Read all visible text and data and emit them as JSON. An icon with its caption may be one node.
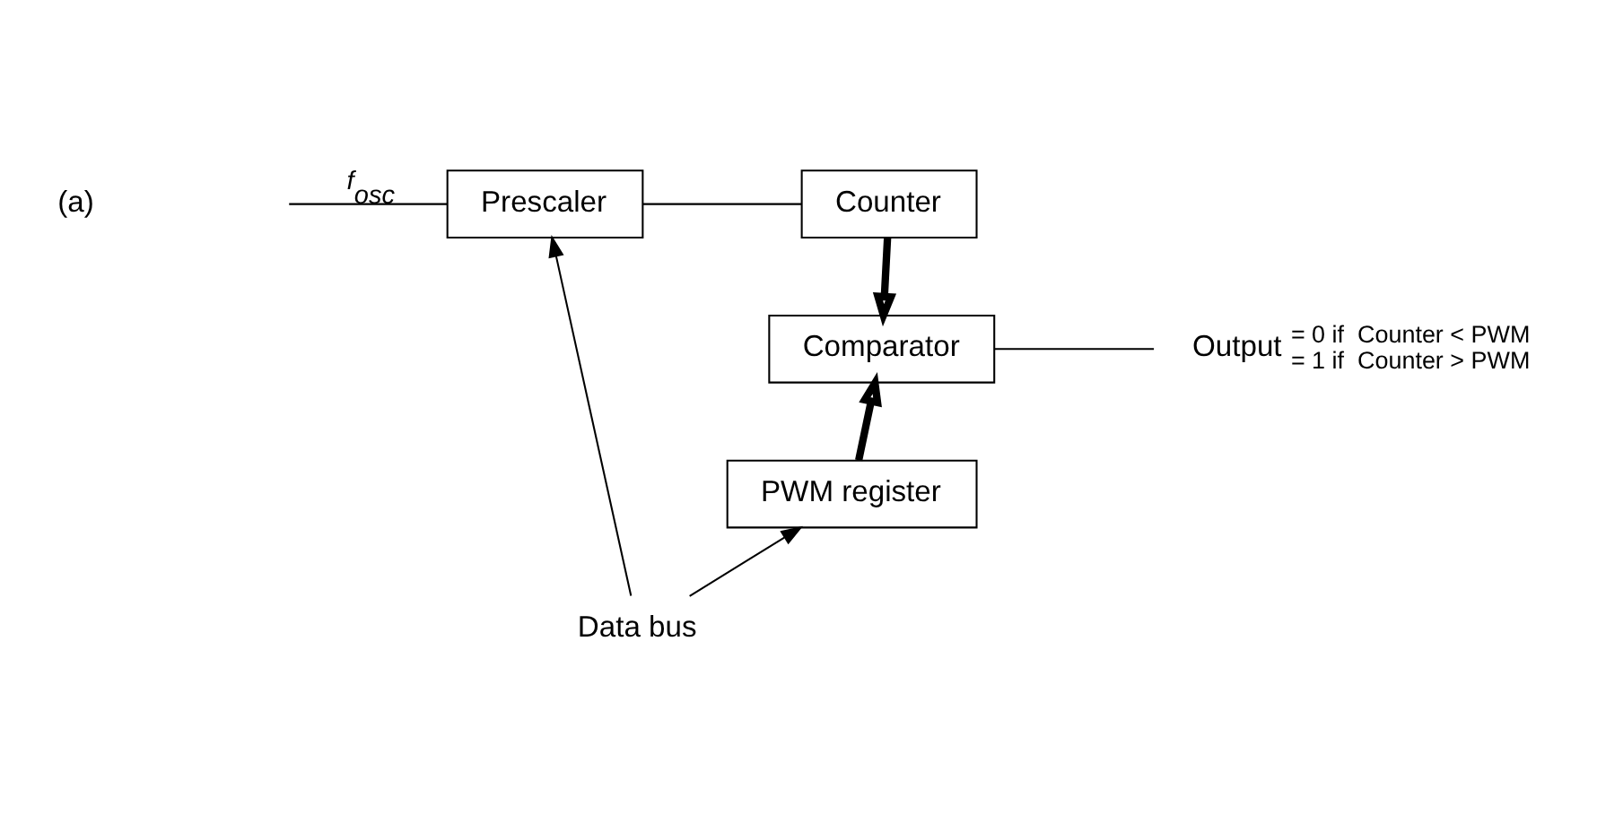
{
  "diagram": {
    "nodes": [
      {
        "text": [
          "Prescaler"
        ]
      },
      {
        "text": [
          "Counter"
        ]
      },
      {
        "text": [
          "Comparator"
        ]
      },
      {
        "text": [
          "PWM register"
        ]
      },
      {
        "text": [
          "Output"
        ],
        "beside": [
          "= 0 if  Counter < PWM",
          "= 1 if  Counter > PWM"
        ]
      },
      {
        "text": [
          "Data bus"
        ]
      }
    ],
    "edges": [
      {
        "from": null,
        "to": 0,
        "arrow": "none",
        "label": "f$_{osc}$"
      },
      {
        "from": 0,
        "to": 1,
        "arrow": "none"
      },
      {
        "from": 1,
        "to": 2,
        "arrow": "to",
        "style": "thick"
      },
      {
        "from": 3,
        "to": 2,
        "arrow": "to",
        "style": "thick"
      },
      {
        "from": 2,
        "to": 4,
        "arrow": "none"
      },
      {
        "from": 5,
        "to": 0,
        "arrow": "to"
      },
      {
        "from": 5,
        "to": 3,
        "arrow": "to"
      }
    ],
    "labels": [
      "(a)"
    ]
  }
}
